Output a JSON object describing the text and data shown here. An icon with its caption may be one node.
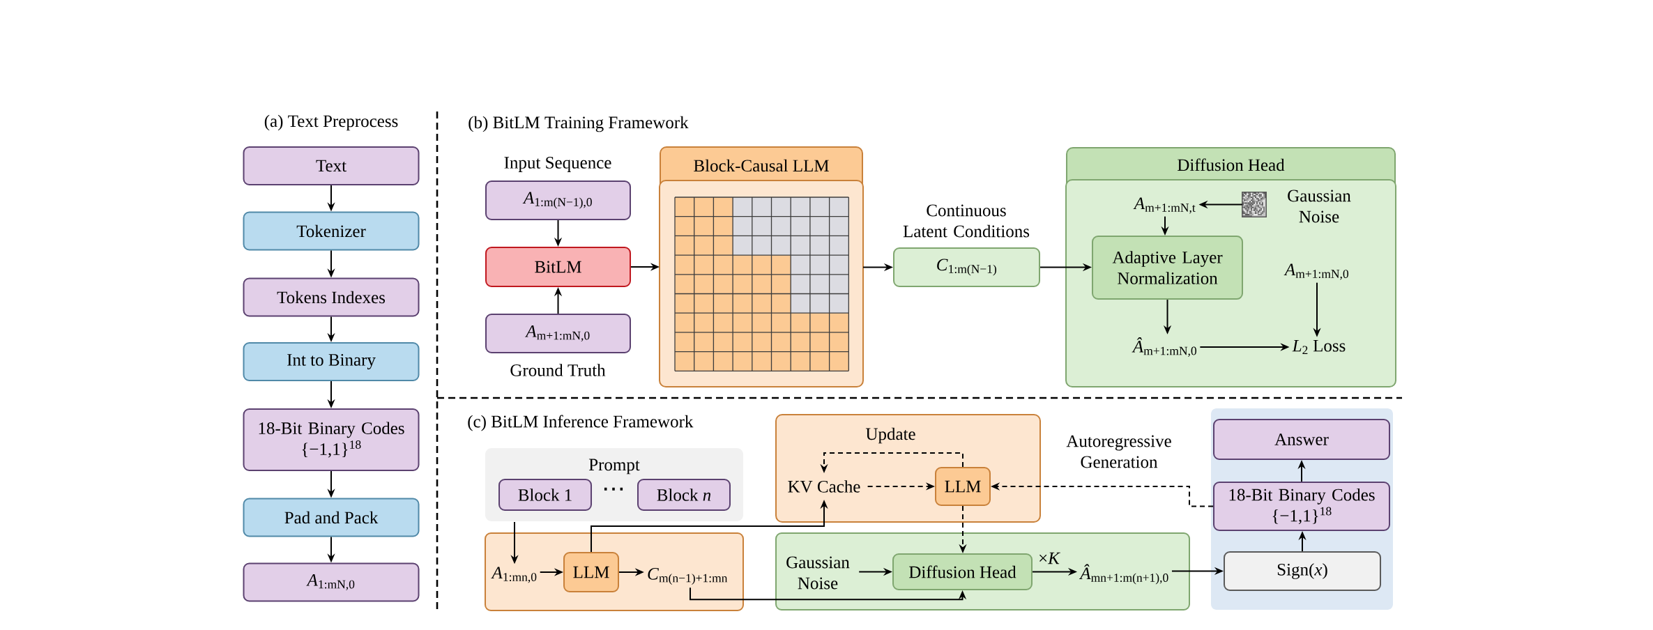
{
  "diagram": {
    "nodes": [
      {
        "text": [
          "Text"
        ]
      },
      {
        "text": [
          "Tokenizer"
        ]
      },
      {
        "text": [
          "Tokens Indexes"
        ]
      },
      {
        "text": [
          "Int to Binary"
        ]
      },
      {
        "text": [
          "18-Bit Binary Codes",
          "{−1,1}$^{18}$"
        ]
      },
      {
        "text": [
          "Pad and Pack"
        ]
      },
      {
        "text": [
          "*A*$_{1:mN,0}$"
        ]
      },
      {
        "text": [
          "*A*$_{1:m(N−1),0}$"
        ],
        "beside": [
          "Input Sequence"
        ]
      },
      {
        "text": [
          "BitLM"
        ]
      },
      {
        "text": [
          "*A*$_{m+1:mN,0}$"
        ],
        "beside": [
          "Ground Truth"
        ]
      },
      {
        "text": [
          "Block-Causal LLM"
        ]
      },
      {
        "text": [
          "*C*$_{1:m(N−1)}$"
        ],
        "beside": [
          "Continuous Latent Conditions"
        ]
      },
      {
        "text": [
          "Diffusion Head"
        ]
      },
      {
        "text": [
          "*A*$_{m+1:mN,t}$"
        ],
        "in": 12
      },
      {
        "text": [],
        "shape": "picture",
        "in": 12,
        "beside": [
          "Gaussian Noise"
        ]
      },
      {
        "text": [
          "Adaptive Layer Normalization"
        ],
        "in": 12
      },
      {
        "text": [
          "*A*$_{m+1:mN,0}$"
        ],
        "in": 12
      },
      {
        "text": [
          "*Â*$_{m+1:mN,0}$"
        ],
        "in": 12
      },
      {
        "text": [
          "*L*$_{2}$ Loss"
        ],
        "in": 12
      },
      {
        "text": [
          "Prompt",
          "⋯"
        ]
      },
      {
        "text": [
          "Block 1"
        ],
        "in": 19
      },
      {
        "text": [
          "Block *n*"
        ],
        "in": 19
      },
      {
        "text": [
          "Update"
        ]
      },
      {
        "text": [
          "KV Cache"
        ],
        "in": 22
      },
      {
        "text": [
          "LLM"
        ],
        "in": 22
      },
      {
        "text": [],
        "shape": "box"
      },
      {
        "text": [
          "Answer"
        ],
        "in": 25
      },
      {
        "text": [
          "18-Bit Binary Codes",
          "{−1,1}$^{18}$"
        ],
        "in": 25
      },
      {
        "text": [
          "Sign(*x*)"
        ],
        "in": 25
      },
      {
        "text": [],
        "shape": "box"
      },
      {
        "text": [
          "*A*$_{1:mn,0}$"
        ],
        "in": 29
      },
      {
        "text": [
          "LLM"
        ],
        "in": 29
      },
      {
        "text": [
          "*C*$_{m(n−1)+1:mn}$"
        ],
        "in": 29
      },
      {
        "text": [],
        "shape": "box"
      },
      {
        "text": [
          "Gaussian Noise"
        ],
        "in": 33
      },
      {
        "text": [
          "Diffusion Head"
        ],
        "in": 33
      },
      {
        "text": [
          "*Â*$_{mn+1:m(n+1),0}$"
        ],
        "in": 33
      }
    ],
    "edges": [
      {
        "from": 0,
        "to": 1,
        "arrow": "to"
      },
      {
        "from": 1,
        "to": 2,
        "arrow": "to"
      },
      {
        "from": 2,
        "to": 3,
        "arrow": "to"
      },
      {
        "from": 3,
        "to": 4,
        "arrow": "to"
      },
      {
        "from": 4,
        "to": 5,
        "arrow": "to"
      },
      {
        "from": 5,
        "to": 6,
        "arrow": "to"
      },
      {
        "from": 7,
        "to": 8,
        "arrow": "to"
      },
      {
        "from": 9,
        "to": 8,
        "arrow": "to"
      },
      {
        "from": 8,
        "to": 10,
        "arrow": "to"
      },
      {
        "from": 10,
        "to": 11,
        "arrow": "to"
      },
      {
        "from": 11,
        "to": 15,
        "arrow": "to"
      },
      {
        "from": 14,
        "to": 13,
        "arrow": "to"
      },
      {
        "from": 13,
        "to": 15,
        "arrow": "to"
      },
      {
        "from": 15,
        "to": 17,
        "arrow": "to"
      },
      {
        "from": 16,
        "to": 18,
        "arrow": "to"
      },
      {
        "from": 17,
        "to": 18,
        "arrow": "to"
      },
      {
        "from": 19,
        "to": 30,
        "arrow": "to"
      },
      {
        "from": 30,
        "to": 31,
        "arrow": "to"
      },
      {
        "from": 31,
        "to": 32,
        "arrow": "to"
      },
      {
        "from": 31,
        "to": 23,
        "arrow": "to"
      },
      {
        "from": 32,
        "to": 35,
        "arrow": "to"
      },
      {
        "from": 23,
        "to": 24,
        "arrow": "to",
        "style": "dashed"
      },
      {
        "from": 24,
        "to": 23,
        "arrow": "to",
        "style": "dashed"
      },
      {
        "from": 24,
        "to": 35,
        "arrow": "to",
        "style": "dashed"
      },
      {
        "from": 34,
        "to": 35,
        "arrow": "to"
      },
      {
        "from": 35,
        "to": 36,
        "arrow": "to",
        "label": "×*K*"
      },
      {
        "from": 36,
        "to": 28,
        "arrow": "to"
      },
      {
        "from": 28,
        "to": 27,
        "arrow": "to"
      },
      {
        "from": 27,
        "to": 26,
        "arrow": "to"
      },
      {
        "from": 27,
        "to": 24,
        "arrow": "to",
        "style": "dashed",
        "label": "Autoregressive Generation"
      }
    ],
    "labels": [
      "(a) Text Preprocess",
      "(b) BitLM Training Framework",
      "(c) BitLM Inference Framework"
    ]
  }
}
